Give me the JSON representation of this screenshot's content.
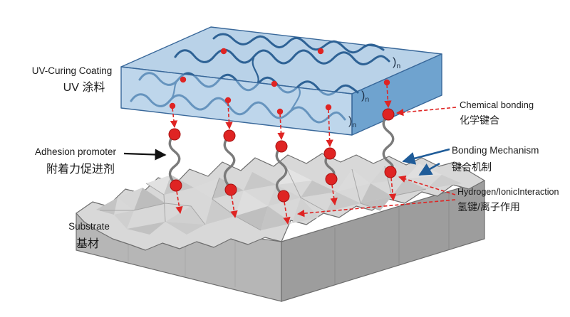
{
  "meta": {
    "description": "Schematic diagram of the bonding mechanism of an adhesion promoter between a UV-curing coating and a substrate"
  },
  "labels": {
    "coating": {
      "en": "UV-Curing Coating",
      "zh": "UV 涂料"
    },
    "adhesion_promoter": {
      "en": "Adhesion promoter",
      "zh": "附着力促进剂"
    },
    "substrate": {
      "en": "Substrate",
      "zh": "基材"
    },
    "chemical_bonding": {
      "en": "Chemical bonding",
      "zh": "化学键合"
    },
    "bonding_mechanism": {
      "en": "Bonding Mechanism",
      "zh": "键合机制"
    },
    "hydrogen_ionic": {
      "en": "Hydrogen/IonicInteraction",
      "zh": "氢键/离子作用"
    }
  },
  "polymer": {
    "paren": ")",
    "repeat_label": "n"
  },
  "colors": {
    "accent_red": "#df2423",
    "coating_top": "#b9d2e8",
    "coating_front": "#8fb8dd",
    "coating_side": "#6fa3cf",
    "coating_edge": "#39689a",
    "chain_blue": "#2e6295",
    "arrow_blue": "#1f5c99",
    "substrate_top": "#d8d8d8",
    "substrate_left": "#b6b6b6",
    "substrate_right": "#9d9d9d",
    "text_dark": "#1a1a1a"
  }
}
